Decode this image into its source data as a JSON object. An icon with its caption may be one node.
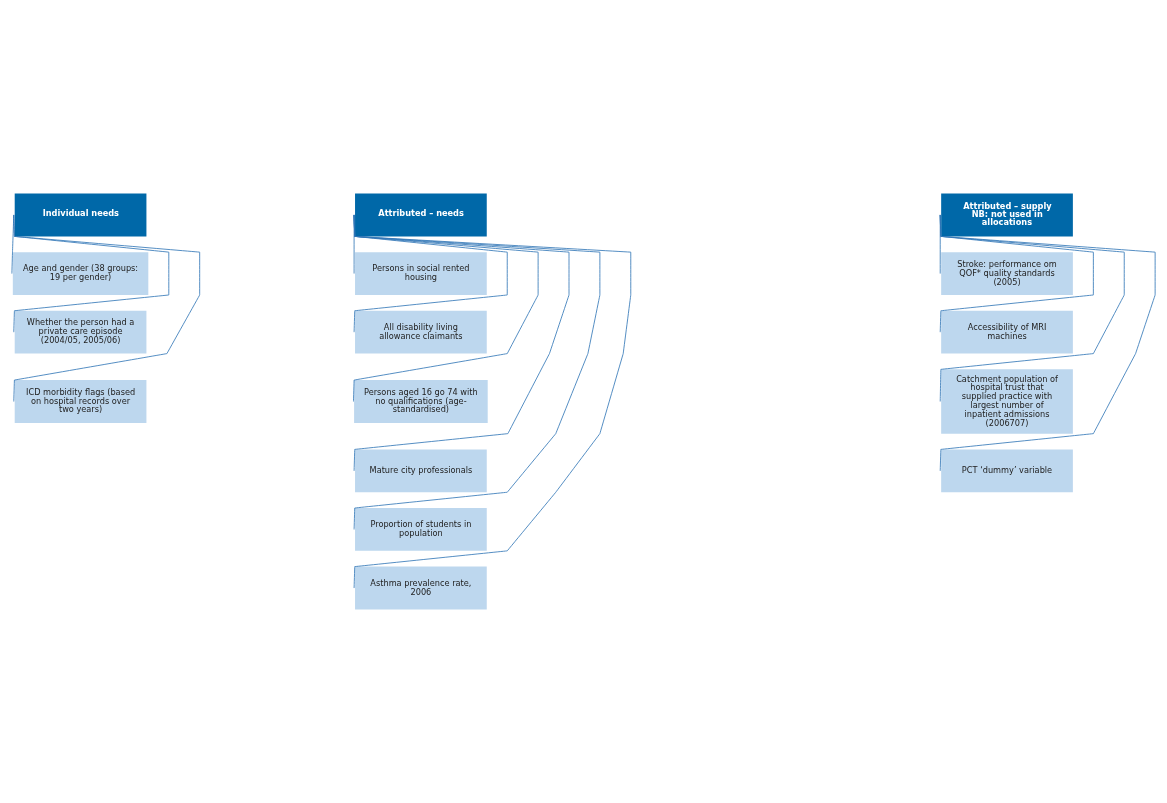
{
  "diagram": {
    "nodes": [
      {
        "text": [
          "Individual needs"
        ]
      },
      {
        "text": [
          "Age and gender (38 groups: 19 per gender)"
        ]
      },
      {
        "text": [
          "Whether the person had a private care episode (2004/05, 2005/06)"
        ]
      },
      {
        "text": [
          "ICD morbidity flags (based on hospital records over two years)"
        ]
      },
      {
        "text": [
          "Attributed – needs"
        ]
      },
      {
        "text": [
          "Persons in social rented housing"
        ]
      },
      {
        "text": [
          "All disability living allowance claimants"
        ]
      },
      {
        "text": [
          "Persons aged 16 go 74 with no qualifications (age-standardised)"
        ]
      },
      {
        "text": [
          "Mature city professionals"
        ]
      },
      {
        "text": [
          "Proportion of students in population"
        ]
      },
      {
        "text": [
          "Asthma prevalence rate, 2006"
        ]
      },
      {
        "text": [
          "Attributed – supply NB: not used in allocations"
        ]
      },
      {
        "text": [
          "Stroke: performance om QOF* quality standards (2005)"
        ]
      },
      {
        "text": [
          "Accessibility of MRI machines"
        ]
      },
      {
        "text": [
          "Catchment population of hospital trust that supplied practice with largest number of inpatient admissions (2006707)"
        ]
      },
      {
        "text": [
          "PCT ‘dummy’ variable"
        ]
      }
    ],
    "edges": [
      {
        "from": 0,
        "to": 1,
        "arrow": "none"
      },
      {
        "from": 0,
        "to": 2,
        "arrow": "none"
      },
      {
        "from": 0,
        "to": 3,
        "arrow": "none"
      },
      {
        "from": 4,
        "to": 5,
        "arrow": "none"
      },
      {
        "from": 4,
        "to": 6,
        "arrow": "none"
      },
      {
        "from": 4,
        "to": 7,
        "arrow": "none"
      },
      {
        "from": 4,
        "to": 8,
        "arrow": "none"
      },
      {
        "from": 4,
        "to": 9,
        "arrow": "none"
      },
      {
        "from": 4,
        "to": 10,
        "arrow": "none"
      },
      {
        "from": 11,
        "to": 12,
        "arrow": "none"
      },
      {
        "from": 11,
        "to": 13,
        "arrow": "none"
      },
      {
        "from": 11,
        "to": 14,
        "arrow": "none"
      },
      {
        "from": 11,
        "to": 15,
        "arrow": "none"
      }
    ]
  }
}
